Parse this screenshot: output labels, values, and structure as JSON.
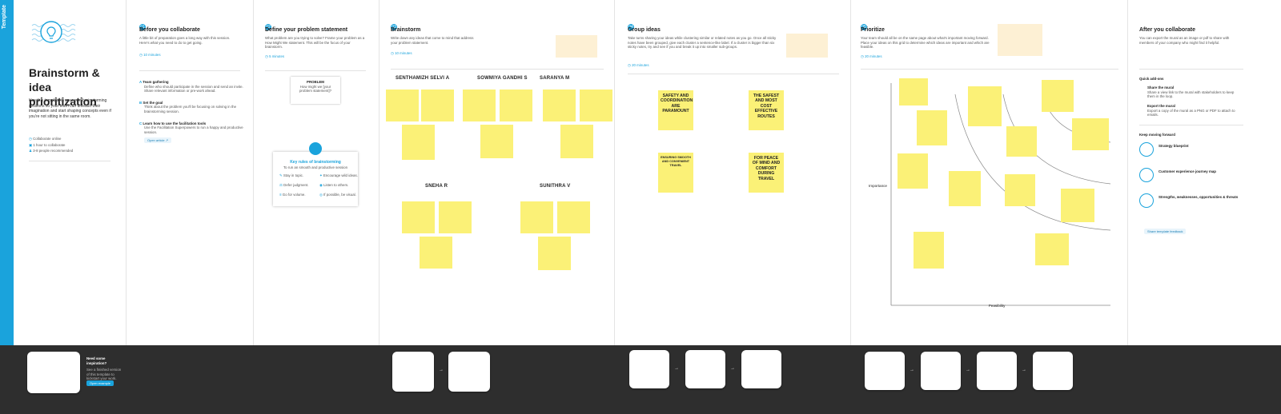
{
  "template_tag": "Template",
  "intro": {
    "title": "Brainstorm & idea prioritization",
    "description": "Use this template in your own brainstorming sessions so your team can unleash their imagination and start shaping concepts even if you're not sitting in the same room.",
    "meta": [
      "Collaborate online",
      "1 hour to collaborate",
      "3-8 people recommended"
    ]
  },
  "before": {
    "step": "01",
    "title": "Before you collaborate",
    "description": "A little bit of preparation goes a long way with this session. Here's what you need to do to get going.",
    "link": "10 minutes",
    "items": [
      {
        "letter": "A",
        "title": "Team gathering",
        "text": "Define who should participate in the session and send an invite. Share relevant information or pre-work ahead."
      },
      {
        "letter": "B",
        "title": "Set the goal",
        "text": "Think about the problem you'll be focusing on solving in the brainstorming session."
      },
      {
        "letter": "C",
        "title": "Learn how to use the facilitation tools",
        "text": "Use the Facilitation Superpowers to run a happy and productive session."
      }
    ],
    "button": "Open article"
  },
  "define": {
    "step": "02",
    "title": "Define your problem statement",
    "description": "What problem are you trying to solve? Frame your problem as a How Might We statement. This will be the focus of your brainstorm.",
    "link": "5 minutes",
    "card_title": "PROBLEM",
    "card_text": "How might we [your problem statement]?",
    "facilitation_title": "Key rules of brainstorming",
    "facilitation_sub": "To run an smooth and productive session",
    "rules": [
      "Stay in topic.",
      "Encourage wild ideas.",
      "Defer judgment.",
      "Listen to others.",
      "Go for volume.",
      "If possible, be visual."
    ]
  },
  "brainstorm": {
    "step": "03",
    "title": "Brainstorm",
    "description": "Write down any ideas that come to mind that address your problem statement.",
    "link": "10 minutes",
    "people": [
      "SENTHAMIZH SELVI A",
      "SOWMIYA GANDHI S",
      "SARANYA M",
      "SNEHA R",
      "SUNITHRA V"
    ]
  },
  "group": {
    "step": "04",
    "title": "Group ideas",
    "description": "Take turns sharing your ideas while clustering similar or related notes as you go. Once all sticky notes have been grouped, give each cluster a sentence-like label. If a cluster is bigger than six sticky notes, try and see if you and break it up into smaller sub-groups.",
    "link": "20 minutes",
    "clusters": [
      "SAFETY AND COORDINATION ARE PARAMOUNT",
      "THE SAFEST AND MOST COST EFFECTIVE ROUTES",
      "ENSURING SMOOTH AND CONVENIENT TRAVEL",
      "FOR PEACE OF MIND AND COMFORT DURING TRAVEL"
    ]
  },
  "prioritize": {
    "step": "05",
    "title": "Prioritize",
    "description": "Your team should all be on the same page about what's important moving forward. Place your ideas on this grid to determine which ideas are important and which are feasible.",
    "link": "20 minutes",
    "y_axis": "Importance",
    "x_axis": "Feasibility"
  },
  "after": {
    "title": "After you collaborate",
    "description": "You can export the mural as an image or pdf to share with members of your company who might find it helpful.",
    "quick_add": "Quick add-ons",
    "items": [
      {
        "title": "Share the mural",
        "text": "Share a view link to the mural with stakeholders to keep them in the loop."
      },
      {
        "title": "Export the mural",
        "text": "Export a copy of the mural as a PNG or PDF to attach to emails."
      }
    ],
    "keep_moving": "Keep moving forward",
    "templates": [
      "Strategy blueprint",
      "Customer experience journey map",
      "Strengths, weaknesses, opportunities & threats"
    ],
    "button": "Share template feedback"
  },
  "footer_intro": {
    "title": "Need some inspiration?",
    "text": "See a finished version of this template to kickstart your work.",
    "button": "Open example"
  },
  "colors": {
    "accent": "#1aa3dc",
    "sticky": "#fbf177",
    "footer": "#2e2e2e"
  }
}
